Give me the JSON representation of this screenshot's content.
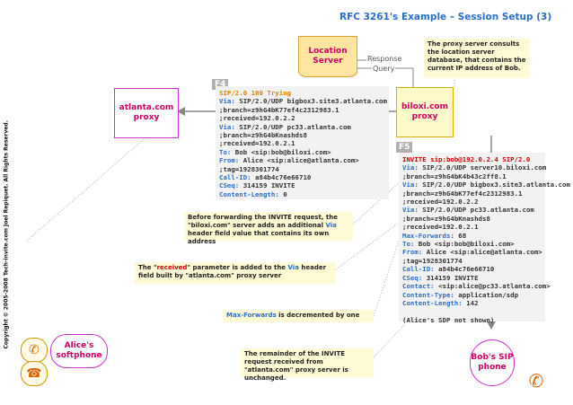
{
  "title": "RFC 3261's Example – Session Setup  (3)",
  "copyright": "Copyright © 2005-2008 Tech-invite.com Joel Repiquet. All Rights Reserved.",
  "nodes": {
    "atlanta": "atlanta.com proxy",
    "biloxi": "biloxi.com proxy",
    "location": "Location Server",
    "alice": "Alice's softphone",
    "bob": "Bob's SIP phone"
  },
  "connectors": {
    "response": "Response",
    "query": "Query"
  },
  "f4": {
    "tag": "F4",
    "lines": [
      "SIP/2.0 100 Trying",
      "Via: SIP/2.0/UDP bigbox3.site3.atlanta.com",
      " ;branch=z9hG4bK77ef4c2312983.1",
      " ;received=192.0.2.2",
      "Via: SIP/2.0/UDP pc33.atlanta.com",
      " ;branch=z9hG4bKnashds8",
      " ;received=192.0.2.1",
      "To: Bob <sip:bob@biloxi.com>",
      "From: Alice <sip:alice@atlanta.com>",
      " ;tag=1928301774",
      "Call-ID: a84b4c76e66710",
      "CSeq: 314159 INVITE",
      "Content-Length: 0"
    ]
  },
  "f5": {
    "tag": "F5",
    "lines": [
      "INVITE sip:bob@192.0.2.4 SIP/2.0",
      "Via: SIP/2.0/UDP server10.biloxi.com",
      " ;branch=z9hG4bK4b43c2ff8.1",
      "Via: SIP/2.0/UDP bigbox3.site3.atlanta.com",
      " ;branch=z9hG4bK77ef4c2312983.1",
      " ;received=192.0.2.2",
      "Via: SIP/2.0/UDP pc33.atlanta.com",
      " ;branch=z9hG4bKnashds8",
      " ;received=192.0.2.1",
      "Max-Forwards: 68",
      "To: Bob <sip:bob@biloxi.com>",
      "From: Alice <sip:alice@atlanta.com>",
      " ;tag=1928301774",
      "Call-ID: a84b4c76e66710",
      "CSeq: 314159 INVITE",
      "Contact: <sip:alice@pc33.atlanta.com>",
      "Content-Type: application/sdp",
      "Content-Length: 142",
      "",
      "(Alice's SDP not shown)"
    ]
  },
  "notes": {
    "db": "The proxy server consults the location server database, that contains the current IP address of Bob.",
    "via_1": "Before forwarding the INVITE request, the \"biloxi.com\" server adds an additional ",
    "via_bold": "Via",
    "via_2": " header field value that contains its own address",
    "received_1": "The \"",
    "received_bold": "received",
    "received_2": "\" parameter is added to the ",
    "received_via": "Via",
    "received_3": " header field built by \"atlanta.com\" proxy server",
    "maxfwd_bold": "Max-Forwards",
    "maxfwd_rest": " is decremented by one",
    "remainder": "The remainder of the INVITE request received from \"atlanta.com\" proxy server is unchanged."
  },
  "colors": {
    "title": "#2a6fc9",
    "node_text": "#cc0066",
    "field_name": "#2a6fc9",
    "status_line": "#e08000",
    "request_line": "#cc0000"
  },
  "icons": [
    "phone-icon",
    "phone-handset-icon"
  ]
}
